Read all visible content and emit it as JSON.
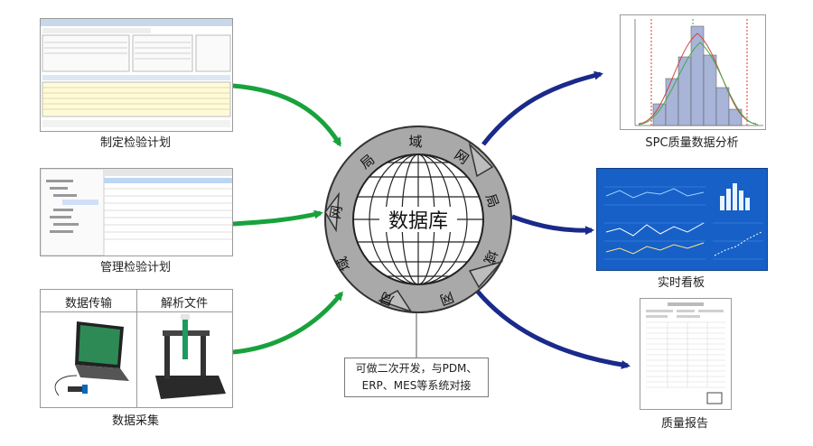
{
  "center": {
    "label": "数据库",
    "ring_chars": [
      "局",
      "域",
      "网",
      "局",
      "域",
      "网",
      "局",
      "域",
      "网"
    ]
  },
  "note": {
    "line1": "可做二次开发，与PDM、",
    "line2": "ERP、MES等系统对接"
  },
  "left": {
    "plan_caption": "制定检验计划",
    "manage_caption": "管理检验计划",
    "collect_caption": "数据采集",
    "collect_headers": [
      "数据传输",
      "解析文件"
    ]
  },
  "right": {
    "spc_caption": "SPC质量数据分析",
    "board_caption": "实时看板",
    "report_caption": "质量报告"
  },
  "colors": {
    "green_arrow": "#18a23c",
    "blue_arrow": "#1a2a8a",
    "ring_fill": "#a9a9a9",
    "board_bg": "#1660c8",
    "hist_bar": "#a8b4d8"
  }
}
